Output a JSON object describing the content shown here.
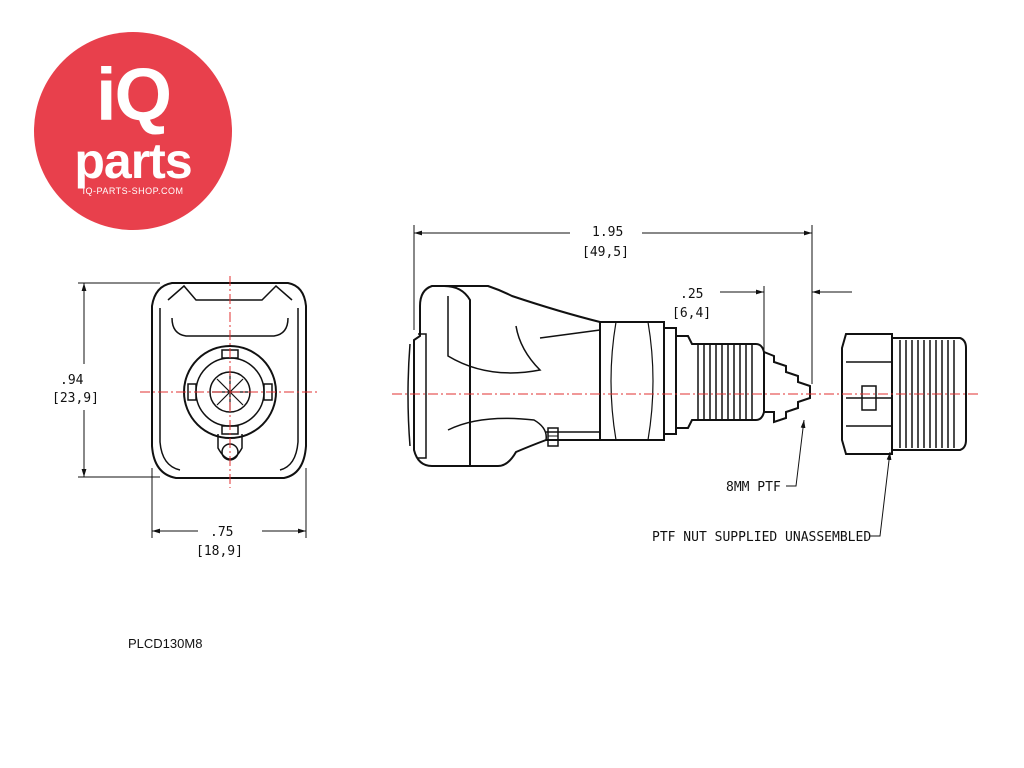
{
  "logo": {
    "brand_top": "iQ",
    "brand_bottom": "parts",
    "url": "IQ-PARTS-SHOP.COM",
    "color": "#e8404c"
  },
  "dimensions": {
    "height_in": ".94",
    "height_mm": "[23,9]",
    "width_in": ".75",
    "width_mm": "[18,9]",
    "length_in": "1.95",
    "length_mm": "[49,5]",
    "barb_in": ".25",
    "barb_mm": "[6,4]"
  },
  "callouts": {
    "thread": "8MM PTF",
    "nut": "PTF NUT SUPPLIED UNASSEMBLED"
  },
  "part_code": "PLCD130M8",
  "colors": {
    "line": "#111111",
    "centerline": "#e03030"
  }
}
